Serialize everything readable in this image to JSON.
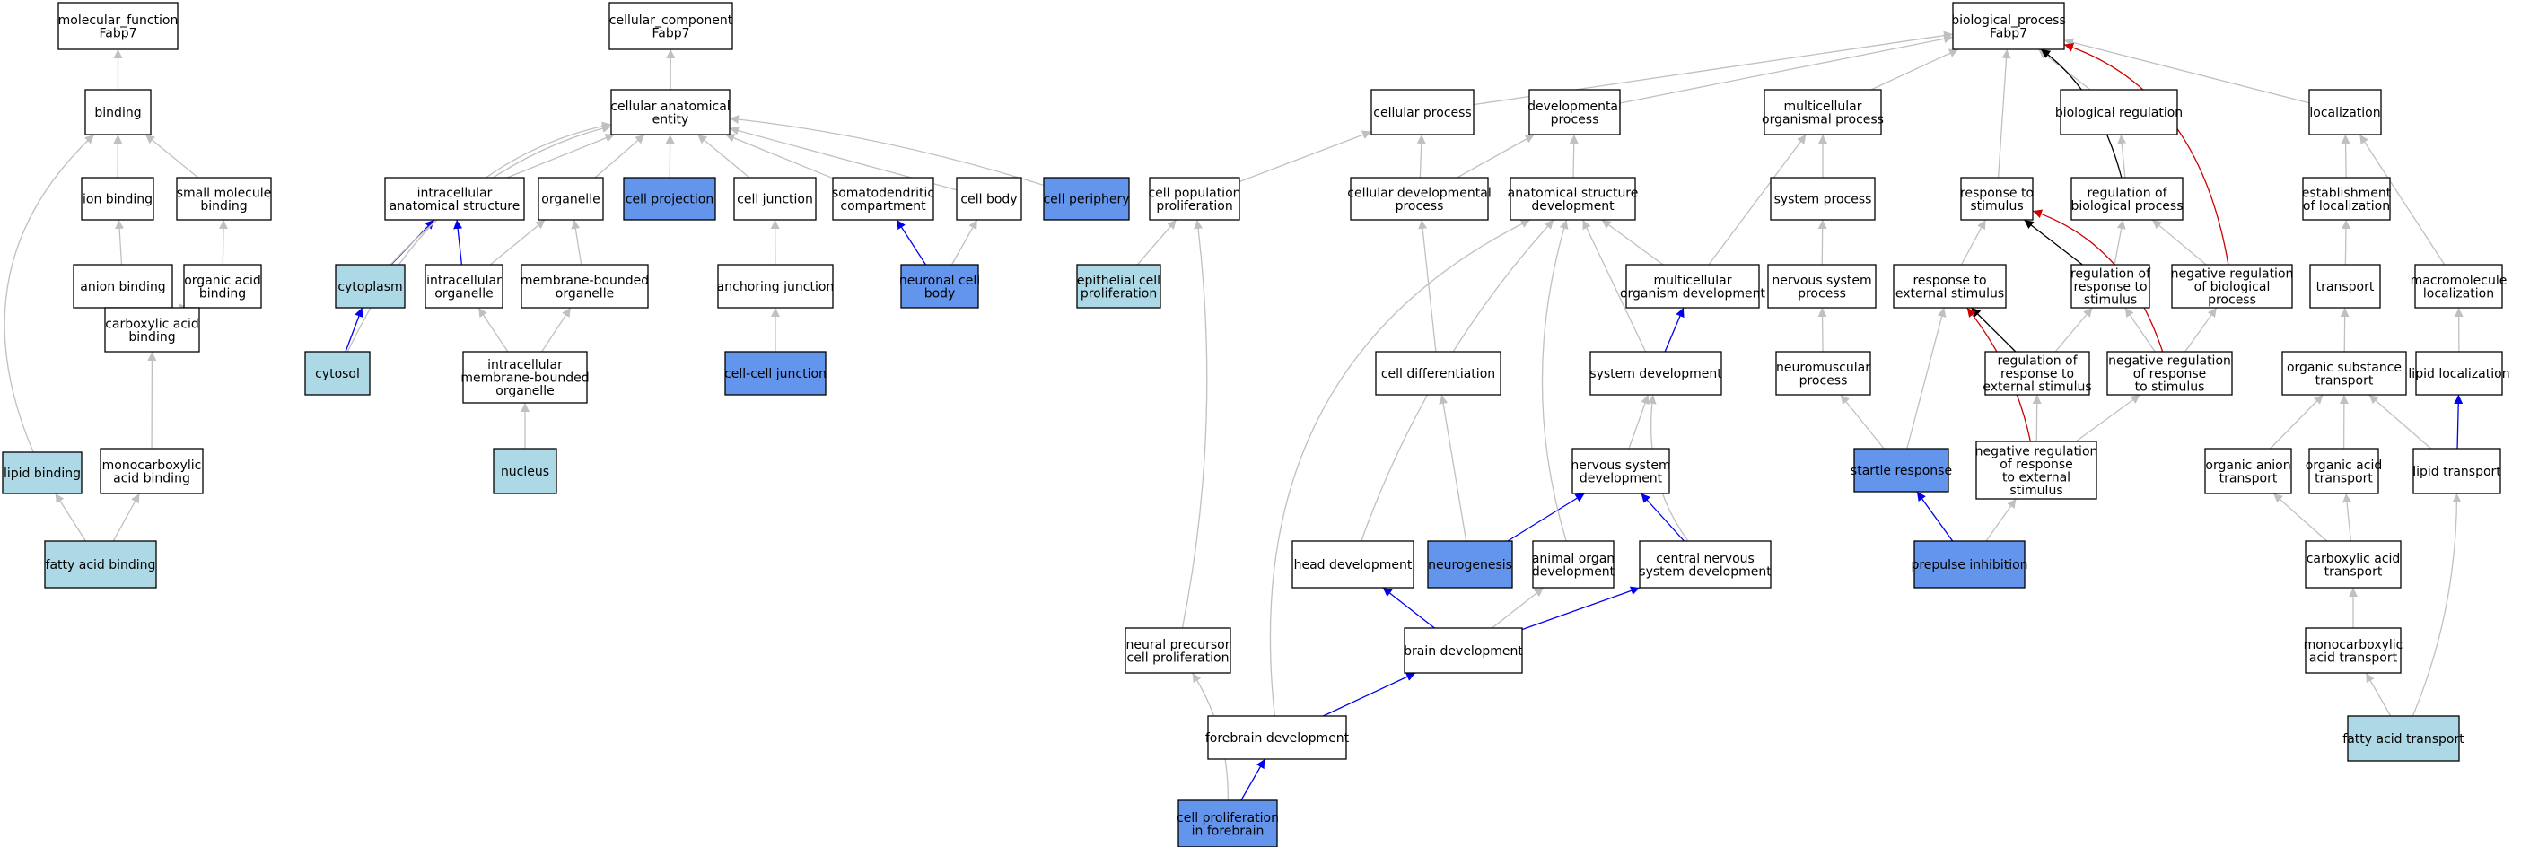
{
  "colors": {
    "plain": "#ffffff",
    "light": "#add8e6",
    "blue": "#6495ed",
    "edge_gray": "#c0c0c0",
    "edge_blue": "#0000ee",
    "edge_black": "#000000",
    "edge_red": "#cc0000"
  },
  "nodes": [
    {
      "id": "mf",
      "lines": [
        "molecular_function",
        "Fabp7"
      ],
      "fill": "plain"
    },
    {
      "id": "binding",
      "lines": [
        "binding"
      ],
      "fill": "plain"
    },
    {
      "id": "ion_binding",
      "lines": [
        "ion binding"
      ],
      "fill": "plain"
    },
    {
      "id": "small_mol",
      "lines": [
        "small molecule",
        "binding"
      ],
      "fill": "plain"
    },
    {
      "id": "anion",
      "lines": [
        "anion binding"
      ],
      "fill": "plain"
    },
    {
      "id": "org_acid_b",
      "lines": [
        "organic acid",
        "binding"
      ],
      "fill": "plain"
    },
    {
      "id": "carbox_b",
      "lines": [
        "carboxylic acid",
        "binding"
      ],
      "fill": "plain"
    },
    {
      "id": "lipid_b",
      "lines": [
        "lipid binding"
      ],
      "fill": "light"
    },
    {
      "id": "monocarb_b",
      "lines": [
        "monocarboxylic",
        "acid binding"
      ],
      "fill": "plain"
    },
    {
      "id": "fa_binding",
      "lines": [
        "fatty acid binding"
      ],
      "fill": "light"
    },
    {
      "id": "cc",
      "lines": [
        "cellular_component",
        "Fabp7"
      ],
      "fill": "plain"
    },
    {
      "id": "cae",
      "lines": [
        "cellular anatomical",
        "entity"
      ],
      "fill": "plain"
    },
    {
      "id": "ias",
      "lines": [
        "intracellular",
        "anatomical structure"
      ],
      "fill": "plain"
    },
    {
      "id": "organelle",
      "lines": [
        "organelle"
      ],
      "fill": "plain"
    },
    {
      "id": "cell_proj",
      "lines": [
        "cell projection"
      ],
      "fill": "blue"
    },
    {
      "id": "cell_junction",
      "lines": [
        "cell junction"
      ],
      "fill": "plain"
    },
    {
      "id": "somato",
      "lines": [
        "somatodendritic",
        "compartment"
      ],
      "fill": "plain"
    },
    {
      "id": "cell_body",
      "lines": [
        "cell body"
      ],
      "fill": "plain"
    },
    {
      "id": "cell_periph",
      "lines": [
        "cell periphery"
      ],
      "fill": "blue"
    },
    {
      "id": "cytoplasm",
      "lines": [
        "cytoplasm"
      ],
      "fill": "light"
    },
    {
      "id": "intra_org",
      "lines": [
        "intracellular",
        "organelle"
      ],
      "fill": "plain"
    },
    {
      "id": "mem_org",
      "lines": [
        "membrane-bounded",
        "organelle"
      ],
      "fill": "plain"
    },
    {
      "id": "anch_junc",
      "lines": [
        "anchoring junction"
      ],
      "fill": "plain"
    },
    {
      "id": "neur_body",
      "lines": [
        "neuronal cell",
        "body"
      ],
      "fill": "blue"
    },
    {
      "id": "cytosol",
      "lines": [
        "cytosol"
      ],
      "fill": "light"
    },
    {
      "id": "imbo",
      "lines": [
        "intracellular",
        "membrane-bounded",
        "organelle"
      ],
      "fill": "plain"
    },
    {
      "id": "cc_junc",
      "lines": [
        "cell-cell junction"
      ],
      "fill": "blue"
    },
    {
      "id": "nucleus",
      "lines": [
        "nucleus"
      ],
      "fill": "light"
    },
    {
      "id": "bp",
      "lines": [
        "biological_process",
        "Fabp7"
      ],
      "fill": "plain"
    },
    {
      "id": "cell_proc",
      "lines": [
        "cellular process"
      ],
      "fill": "plain"
    },
    {
      "id": "dev_proc",
      "lines": [
        "developmental",
        "process"
      ],
      "fill": "plain"
    },
    {
      "id": "multi_org",
      "lines": [
        "multicellular",
        "organismal process"
      ],
      "fill": "plain"
    },
    {
      "id": "bio_reg",
      "lines": [
        "biological regulation"
      ],
      "fill": "plain"
    },
    {
      "id": "localization",
      "lines": [
        "localization"
      ],
      "fill": "plain"
    },
    {
      "id": "cpp",
      "lines": [
        "cell population",
        "proliferation"
      ],
      "fill": "plain"
    },
    {
      "id": "cdp",
      "lines": [
        "cellular developmental",
        "process"
      ],
      "fill": "plain"
    },
    {
      "id": "asd",
      "lines": [
        "anatomical structure",
        "development"
      ],
      "fill": "plain"
    },
    {
      "id": "sys_proc",
      "lines": [
        "system process"
      ],
      "fill": "plain"
    },
    {
      "id": "resp_stim",
      "lines": [
        "response to",
        "stimulus"
      ],
      "fill": "plain"
    },
    {
      "id": "reg_bp",
      "lines": [
        "regulation of",
        "biological process"
      ],
      "fill": "plain"
    },
    {
      "id": "est_loc",
      "lines": [
        "establishment",
        "of localization"
      ],
      "fill": "plain"
    },
    {
      "id": "epi_prolif",
      "lines": [
        "epithelial cell",
        "proliferation"
      ],
      "fill": "light"
    },
    {
      "id": "mod",
      "lines": [
        "multicellular",
        "organism development"
      ],
      "fill": "plain"
    },
    {
      "id": "nsp",
      "lines": [
        "nervous system",
        "process"
      ],
      "fill": "plain"
    },
    {
      "id": "res",
      "lines": [
        "response to",
        "external stimulus"
      ],
      "fill": "plain"
    },
    {
      "id": "rrs",
      "lines": [
        "regulation of",
        "response to",
        "stimulus"
      ],
      "fill": "plain"
    },
    {
      "id": "nrbp",
      "lines": [
        "negative regulation",
        "of biological",
        "process"
      ],
      "fill": "plain"
    },
    {
      "id": "transport",
      "lines": [
        "transport"
      ],
      "fill": "plain"
    },
    {
      "id": "macro_loc",
      "lines": [
        "macromolecule",
        "localization"
      ],
      "fill": "plain"
    },
    {
      "id": "cell_diff",
      "lines": [
        "cell differentiation"
      ],
      "fill": "plain"
    },
    {
      "id": "sys_dev",
      "lines": [
        "system development"
      ],
      "fill": "plain"
    },
    {
      "id": "neuromusc",
      "lines": [
        "neuromuscular",
        "process"
      ],
      "fill": "plain"
    },
    {
      "id": "rres",
      "lines": [
        "regulation of",
        "response to",
        "external stimulus"
      ],
      "fill": "plain"
    },
    {
      "id": "nrrs",
      "lines": [
        "negative regulation",
        "of response",
        "to stimulus"
      ],
      "fill": "plain"
    },
    {
      "id": "ost",
      "lines": [
        "organic substance",
        "transport"
      ],
      "fill": "plain"
    },
    {
      "id": "lipid_loc",
      "lines": [
        "lipid localization"
      ],
      "fill": "plain"
    },
    {
      "id": "nsd",
      "lines": [
        "nervous system",
        "development"
      ],
      "fill": "plain"
    },
    {
      "id": "startle",
      "lines": [
        "startle response"
      ],
      "fill": "blue"
    },
    {
      "id": "nrres",
      "lines": [
        "negative regulation",
        "of response",
        "to external",
        "stimulus"
      ],
      "fill": "plain"
    },
    {
      "id": "oat",
      "lines": [
        "organic anion",
        "transport"
      ],
      "fill": "plain"
    },
    {
      "id": "oacid_t",
      "lines": [
        "organic acid",
        "transport"
      ],
      "fill": "plain"
    },
    {
      "id": "lipid_t",
      "lines": [
        "lipid transport"
      ],
      "fill": "plain"
    },
    {
      "id": "head_dev",
      "lines": [
        "head development"
      ],
      "fill": "plain"
    },
    {
      "id": "neurogenesis",
      "lines": [
        "neurogenesis"
      ],
      "fill": "blue"
    },
    {
      "id": "aod",
      "lines": [
        "animal organ",
        "development"
      ],
      "fill": "plain"
    },
    {
      "id": "cnsd",
      "lines": [
        "central nervous",
        "system development"
      ],
      "fill": "plain"
    },
    {
      "id": "prepulse",
      "lines": [
        "prepulse inhibition"
      ],
      "fill": "blue"
    },
    {
      "id": "cat",
      "lines": [
        "carboxylic acid",
        "transport"
      ],
      "fill": "plain"
    },
    {
      "id": "npcp",
      "lines": [
        "neural precursor",
        "cell proliferation"
      ],
      "fill": "plain"
    },
    {
      "id": "brain_dev",
      "lines": [
        "brain development"
      ],
      "fill": "plain"
    },
    {
      "id": "mat",
      "lines": [
        "monocarboxylic",
        "acid transport"
      ],
      "fill": "plain"
    },
    {
      "id": "fore_dev",
      "lines": [
        "forebrain development"
      ],
      "fill": "plain"
    },
    {
      "id": "fat",
      "lines": [
        "fatty acid transport"
      ],
      "fill": "light"
    },
    {
      "id": "cpf",
      "lines": [
        "cell proliferation",
        "in forebrain"
      ],
      "fill": "blue"
    }
  ],
  "edges": [
    [
      "binding",
      "mf",
      "gray"
    ],
    [
      "ion_binding",
      "binding",
      "gray"
    ],
    [
      "small_mol",
      "binding",
      "gray"
    ],
    [
      "anion",
      "ion_binding",
      "gray"
    ],
    [
      "org_acid_b",
      "small_mol",
      "gray"
    ],
    [
      "carbox_b",
      "anion",
      "gray"
    ],
    [
      "carbox_b",
      "org_acid_b",
      "gray"
    ],
    [
      "lipid_b",
      "binding",
      "gray"
    ],
    [
      "monocarb_b",
      "carbox_b",
      "gray"
    ],
    [
      "fa_binding",
      "lipid_b",
      "gray"
    ],
    [
      "fa_binding",
      "monocarb_b",
      "gray"
    ],
    [
      "cae",
      "cc",
      "gray"
    ],
    [
      "ias",
      "cae",
      "gray"
    ],
    [
      "organelle",
      "cae",
      "gray"
    ],
    [
      "cell_proj",
      "cae",
      "gray"
    ],
    [
      "cell_junction",
      "cae",
      "gray"
    ],
    [
      "somato",
      "cae",
      "gray"
    ],
    [
      "cell_body",
      "cae",
      "gray"
    ],
    [
      "cell_periph",
      "cae",
      "gray"
    ],
    [
      "cytoplasm",
      "ias",
      "blue"
    ],
    [
      "cytoplasm",
      "cae",
      "gray"
    ],
    [
      "intra_org",
      "ias",
      "blue"
    ],
    [
      "intra_org",
      "organelle",
      "gray"
    ],
    [
      "mem_org",
      "organelle",
      "gray"
    ],
    [
      "anch_junc",
      "cell_junction",
      "gray"
    ],
    [
      "neur_body",
      "somato",
      "blue"
    ],
    [
      "neur_body",
      "cell_body",
      "gray"
    ],
    [
      "cytosol",
      "cytoplasm",
      "blue"
    ],
    [
      "cytosol",
      "cae",
      "gray"
    ],
    [
      "imbo",
      "intra_org",
      "gray"
    ],
    [
      "imbo",
      "mem_org",
      "gray"
    ],
    [
      "cc_junc",
      "anch_junc",
      "gray"
    ],
    [
      "nucleus",
      "imbo",
      "gray"
    ],
    [
      "cell_proc",
      "bp",
      "gray"
    ],
    [
      "dev_proc",
      "bp",
      "gray"
    ],
    [
      "multi_org",
      "bp",
      "gray"
    ],
    [
      "bio_reg",
      "bp",
      "gray"
    ],
    [
      "localization",
      "bp",
      "gray"
    ],
    [
      "cpp",
      "cell_proc",
      "gray"
    ],
    [
      "cdp",
      "cell_proc",
      "gray"
    ],
    [
      "cdp",
      "dev_proc",
      "gray"
    ],
    [
      "asd",
      "dev_proc",
      "gray"
    ],
    [
      "sys_proc",
      "multi_org",
      "gray"
    ],
    [
      "resp_stim",
      "bp",
      "gray"
    ],
    [
      "reg_bp",
      "bio_reg",
      "gray"
    ],
    [
      "reg_bp",
      "bp",
      "black"
    ],
    [
      "est_loc",
      "localization",
      "gray"
    ],
    [
      "epi_prolif",
      "cpp",
      "gray"
    ],
    [
      "mod",
      "asd",
      "gray"
    ],
    [
      "mod",
      "multi_org",
      "gray"
    ],
    [
      "nsp",
      "sys_proc",
      "gray"
    ],
    [
      "res",
      "resp_stim",
      "gray"
    ],
    [
      "rrs",
      "resp_stim",
      "black"
    ],
    [
      "rrs",
      "reg_bp",
      "gray"
    ],
    [
      "nrbp",
      "reg_bp",
      "gray"
    ],
    [
      "nrbp",
      "bp",
      "red"
    ],
    [
      "transport",
      "est_loc",
      "gray"
    ],
    [
      "macro_loc",
      "localization",
      "gray"
    ],
    [
      "cell_diff",
      "cdp",
      "gray"
    ],
    [
      "sys_dev",
      "mod",
      "blue"
    ],
    [
      "sys_dev",
      "asd",
      "gray"
    ],
    [
      "neuromusc",
      "nsp",
      "gray"
    ],
    [
      "rres",
      "res",
      "black"
    ],
    [
      "rres",
      "rrs",
      "gray"
    ],
    [
      "nrrs",
      "rrs",
      "gray"
    ],
    [
      "nrrs",
      "nrbp",
      "gray"
    ],
    [
      "nrrs",
      "resp_stim",
      "red"
    ],
    [
      "ost",
      "transport",
      "gray"
    ],
    [
      "lipid_loc",
      "macro_loc",
      "gray"
    ],
    [
      "nsd",
      "sys_dev",
      "gray"
    ],
    [
      "startle",
      "res",
      "gray"
    ],
    [
      "startle",
      "neuromusc",
      "gray"
    ],
    [
      "nrres",
      "rres",
      "gray"
    ],
    [
      "nrres",
      "nrrs",
      "gray"
    ],
    [
      "nrres",
      "res",
      "red"
    ],
    [
      "oat",
      "ost",
      "gray"
    ],
    [
      "oacid_t",
      "ost",
      "gray"
    ],
    [
      "lipid_t",
      "ost",
      "gray"
    ],
    [
      "lipid_t",
      "lipid_loc",
      "blue"
    ],
    [
      "head_dev",
      "asd",
      "gray"
    ],
    [
      "neurogenesis",
      "nsd",
      "blue"
    ],
    [
      "neurogenesis",
      "cell_diff",
      "gray"
    ],
    [
      "aod",
      "asd",
      "gray"
    ],
    [
      "cnsd",
      "nsd",
      "blue"
    ],
    [
      "cnsd",
      "sys_dev",
      "gray"
    ],
    [
      "prepulse",
      "startle",
      "blue"
    ],
    [
      "prepulse",
      "nrres",
      "gray"
    ],
    [
      "cat",
      "oat",
      "gray"
    ],
    [
      "cat",
      "oacid_t",
      "gray"
    ],
    [
      "npcp",
      "cpp",
      "gray"
    ],
    [
      "brain_dev",
      "head_dev",
      "blue"
    ],
    [
      "brain_dev",
      "aod",
      "gray"
    ],
    [
      "brain_dev",
      "cnsd",
      "blue"
    ],
    [
      "mat",
      "cat",
      "gray"
    ],
    [
      "fore_dev",
      "brain_dev",
      "blue"
    ],
    [
      "fore_dev",
      "asd",
      "gray"
    ],
    [
      "fat",
      "mat",
      "gray"
    ],
    [
      "fat",
      "lipid_t",
      "gray"
    ],
    [
      "cpf",
      "fore_dev",
      "blue"
    ],
    [
      "cpf",
      "npcp",
      "gray"
    ]
  ]
}
